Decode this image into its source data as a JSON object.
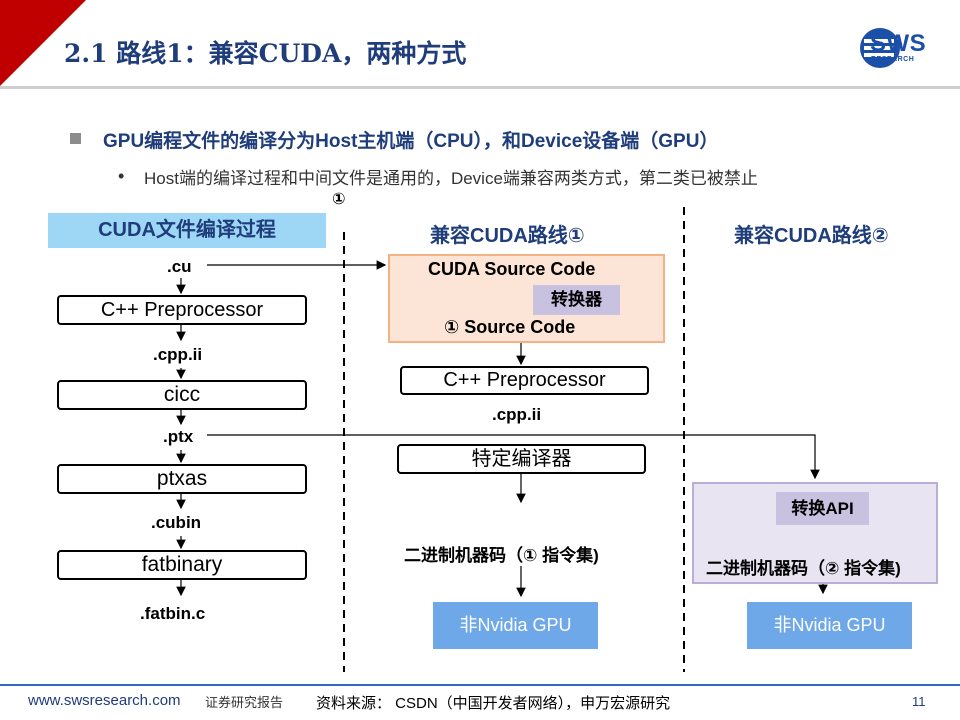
{
  "header": {
    "title": "2.1 路线1：兼容CUDA，两种方式",
    "logo_text": "SWS",
    "logo_sub": "RESEARCH"
  },
  "bullets": {
    "main": "GPU编程文件的编译分为Host主机端（CPU），和Device设备端（GPU）",
    "sub": "Host端的编译过程和中间文件是通用的，Device端兼容两类方式，第二类已被禁止",
    "marker": "①"
  },
  "columns": {
    "col1": "CUDA文件编译过程",
    "col2": "兼容CUDA路线①",
    "col3": "兼容CUDA路线②"
  },
  "col1_flow": {
    "cu": ".cu",
    "preprocessor": "C++ Preprocessor",
    "cppii": ".cpp.ii",
    "cicc": "cicc",
    "ptx": ".ptx",
    "ptxas": "ptxas",
    "cubin": ".cubin",
    "fatbinary": "fatbinary",
    "fatbinc": ".fatbin.c"
  },
  "col2_flow": {
    "cuda_source": "CUDA Source Code",
    "converter": "转换器",
    "source_code": "① Source Code",
    "preprocessor": "C++ Preprocessor",
    "cppii": ".cpp.ii",
    "compiler": "特定编译器",
    "machine_code": "二进制机器码（① 指令集)",
    "gpu": "非Nvidia GPU"
  },
  "col3_flow": {
    "converter_api": "转换API",
    "machine_code": "二进制机器码（② 指令集)",
    "gpu": "非Nvidia GPU"
  },
  "footer": {
    "url": "www.swsresearch.com",
    "tag": "证券研究报告",
    "source": "资料来源： CSDN（中国开发者网络），申万宏源研究",
    "page": "11"
  },
  "colors": {
    "brand_red": "#c00000",
    "title_blue": "#1f3d7a",
    "gpu_blue": "#6ea8e8",
    "cuda_box": "#fce4d6",
    "converter": "#c9c1e0"
  }
}
